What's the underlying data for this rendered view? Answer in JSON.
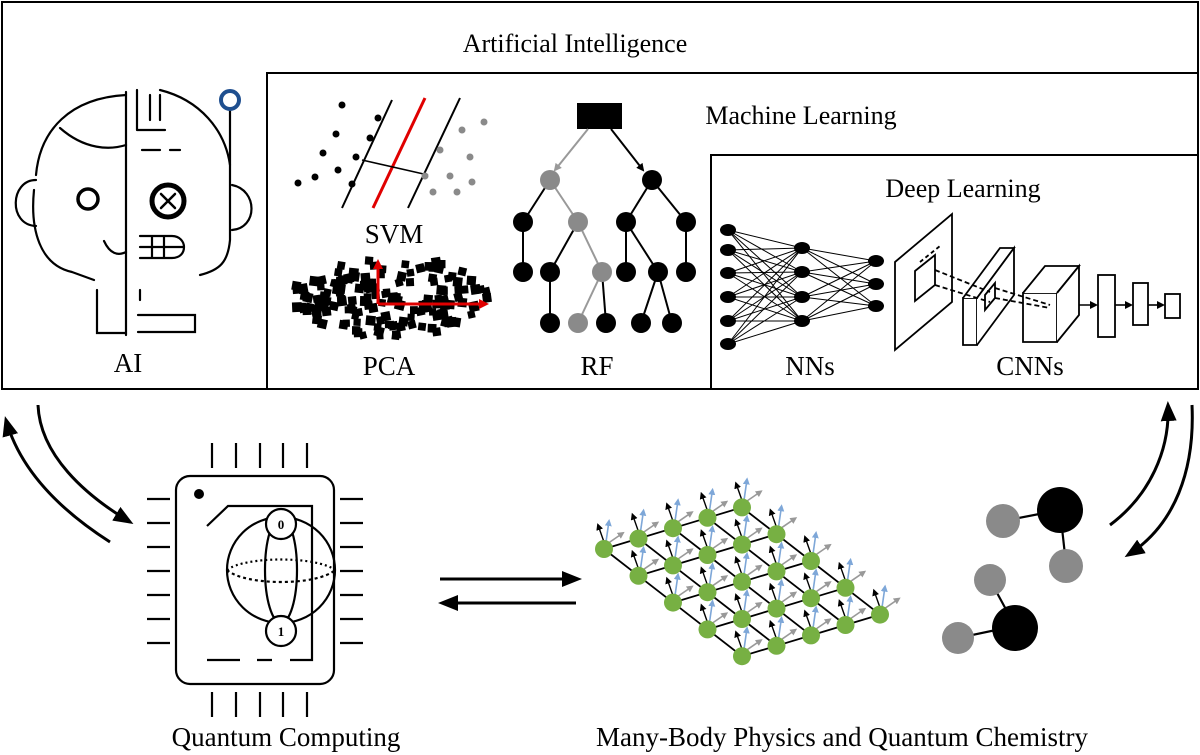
{
  "titles": {
    "ai_box": "Artificial Intelligence",
    "ml_box": "Machine Learning",
    "dl_box": "Deep Learning"
  },
  "labels": {
    "ai": "AI",
    "svm": "SVM",
    "pca": "PCA",
    "rf": "RF",
    "nns": "NNs",
    "cnns": "CNNs",
    "quantum_computing": "Quantum Computing",
    "physics": "Many-Body Physics and Quantum Chemistry",
    "qubit_top": "0",
    "qubit_bottom": "1"
  },
  "colors": {
    "line": "#000000",
    "svm_boundary": "#e00000",
    "pca_axis": "#e00000",
    "grey_node": "#8a8a8a",
    "lattice_node": "#77b043",
    "spin_blue": "#7ea7d8",
    "spin_grey": "#999999",
    "ai_earring": "#1f4f8f"
  },
  "icons": {
    "ai": "robot-face-icon",
    "chip": "quantum-chip-icon",
    "lattice": "spin-lattice-icon",
    "molecule": "molecule-icon"
  }
}
